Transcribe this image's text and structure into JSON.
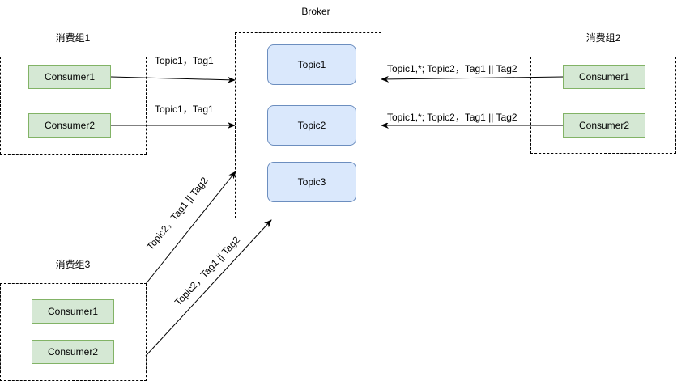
{
  "broker": {
    "title": "Broker",
    "topics": [
      "Topic1",
      "Topic2",
      "Topic3"
    ]
  },
  "group1": {
    "title": "消费组1",
    "consumers": [
      "Consumer1",
      "Consumer2"
    ]
  },
  "group2": {
    "title": "消费组2",
    "consumers": [
      "Consumer1",
      "Consumer2"
    ]
  },
  "group3": {
    "title": "消费组3",
    "consumers": [
      "Consumer1",
      "Consumer2"
    ]
  },
  "edges": {
    "g1c1": "Topic1，Tag1",
    "g1c2": "Topic1，Tag1",
    "g2c1": "Topic1,*;  Topic2，Tag1 || Tag2",
    "g2c2": "Topic1,*;  Topic2，Tag1 || Tag2",
    "g3c1": "Topic2，Tag1 || Tag2",
    "g3c2": "Topic2，Tag1 || Tag2"
  },
  "colors": {
    "consumer_fill": "#d5e8d4",
    "consumer_stroke": "#82b366",
    "topic_fill": "#dae8fc",
    "topic_stroke": "#6c8ebf"
  }
}
